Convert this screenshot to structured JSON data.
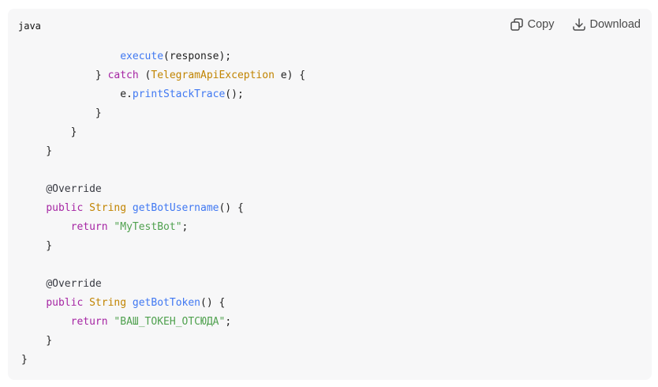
{
  "header": {
    "language": "java",
    "copy_label": "Copy",
    "download_label": "Download"
  },
  "code": {
    "l1": {
      "indent": "                ",
      "fn": "execute",
      "rest": "(response);"
    },
    "l2": {
      "indent": "            ",
      "brace": "} ",
      "kw": "catch",
      "mid": " (",
      "type": "TelegramApiException",
      "rest": " e) {"
    },
    "l3": {
      "indent": "                ",
      "obj": "e.",
      "fn": "printStackTrace",
      "rest": "();"
    },
    "l4": {
      "text": "            }"
    },
    "l5": {
      "text": "        }"
    },
    "l6": {
      "text": "    }"
    },
    "l7": {
      "text": ""
    },
    "l8": {
      "indent": "    ",
      "ann": "@Override"
    },
    "l9": {
      "indent": "    ",
      "kw": "public",
      "sp1": " ",
      "type": "String",
      "sp2": " ",
      "fn": "getBotUsername",
      "rest": "() {"
    },
    "l10": {
      "indent": "        ",
      "kw": "return",
      "sp": " ",
      "str": "\"MyTestBot\"",
      "rest": ";"
    },
    "l11": {
      "text": "    }"
    },
    "l12": {
      "text": ""
    },
    "l13": {
      "indent": "    ",
      "ann": "@Override"
    },
    "l14": {
      "indent": "    ",
      "kw": "public",
      "sp1": " ",
      "type": "String",
      "sp2": " ",
      "fn": "getBotToken",
      "rest": "() {"
    },
    "l15": {
      "indent": "        ",
      "kw": "return",
      "sp": " ",
      "str": "\"ВАШ_ТОКЕН_ОТСЮДА\"",
      "rest": ";"
    },
    "l16": {
      "text": "    }"
    },
    "l17": {
      "text": "}"
    }
  }
}
